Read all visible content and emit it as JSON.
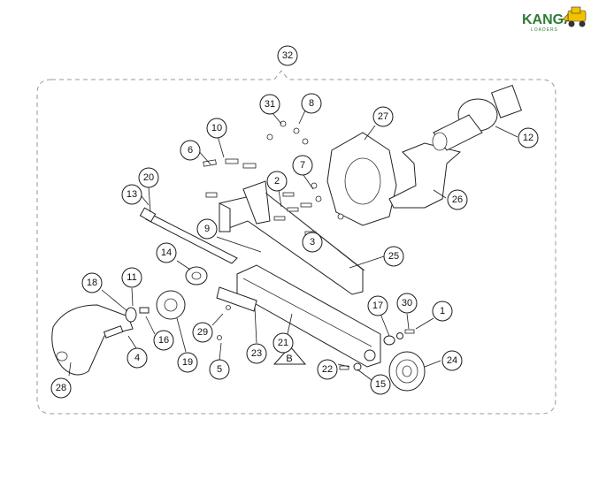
{
  "logo": {
    "name": "KANGA",
    "tagline": "LOADERS",
    "green": "#2e7d32",
    "yellow": "#f2c200"
  },
  "assembly_number": "32",
  "detail_ref": "B",
  "callouts": [
    "1",
    "2",
    "3",
    "4",
    "5",
    "6",
    "7",
    "8",
    "9",
    "10",
    "11",
    "12",
    "13",
    "14",
    "15",
    "16",
    "17",
    "18",
    "19",
    "20",
    "21",
    "22",
    "23",
    "24",
    "25",
    "26",
    "27",
    "28",
    "29",
    "30",
    "31"
  ]
}
